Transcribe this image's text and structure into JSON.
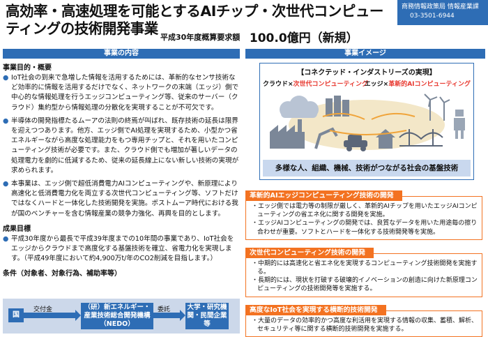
{
  "header": {
    "title": "高効率・高速処理を可能とするAIチップ・次世代コンピューティングの技術開発事業",
    "budget_label": "平成30年度概算要求額",
    "budget_amount": "100.0億円（新規）",
    "department_line1": "商務情報政策局 情報産業課",
    "department_phone": "03-3501-6944"
  },
  "left": {
    "heading": "事業の内容",
    "purpose_heading": "事業目的・概要",
    "purpose_bullets": [
      "IoT社会の到来で急増した情報を活用するためには、革新的なセンサ技術など効率的に情報を活用するだけでなく、ネットワークの末端（エッジ）側で中心的な情報処理を行うエッジコンピューティング等、従来のサーバー（クラウド）集約型から情報処理の分散化を実現することが不可欠です。",
      "半導体の開発指標たるムーアの法則の終焉が叫ばれ、既存技術の延長は限界を迎えつつあります。他方、エッジ側でAI処理を実現するため、小型かつ省エネルギーながら高度な処理能力をもつ専用チップと、それを用いたコンピューティング技術が必要です。また、クラウド側でも増加が著しいデータの処理電力を劇的に低減するため、従来の延長線上にない新しい技術の実現が求められます。",
      "本事業は、エッジ側で超低消費電力AIコンピューティングや、新原理により高速化と低消費電力化を両立する次世代コンピューティング等、ソフトだけではなくハードと一体化した技術開発を実施。ポストムーア時代における我が国のベンチャーを含む情報産業の競争力強化、再興を目的とします。"
    ],
    "goal_heading": "成果目標",
    "goal_bullets": [
      "平成30年度から最長で平成39年度までの10年間の事業であり、IoT社会をエッジからクラウドまで高度化する基盤技術を確立、省電力化を実現します。（平成49年度において約4,900万t/年のCO2削減を目指します。）"
    ],
    "conditions_heading": "条件（対象者、対象行為、補助率等）",
    "flow": {
      "country": "国",
      "grant_label": "交付金",
      "nedo": "（研）新エネルギー・産業技術総合開発機構（NEDO）",
      "commission_label": "委託",
      "recipients": "大学・研究機関・民間企業等"
    }
  },
  "right": {
    "heading": "事業イメージ",
    "illustration": {
      "title": "【コネクテッド・インダストリーズの実現】",
      "left_prefix": "クラウド×",
      "left_highlight": "次世代コンピューティング",
      "right_prefix": "エッジ×",
      "right_highlight": "革新的AIコンピューティング",
      "caption": "多様な人、組織、機械、技術がつながる社会の基盤技術"
    },
    "sections": [
      {
        "title": "革新的AIエッジコンピューティング技術の開発",
        "items": [
          "エッジ側では電力等の制限が厳しく、革新的AIチップを用いたエッジAIコンピューティングの省エネ化に関する開発を実施。",
          "エッジAIコンピューティングの開発では、良質なデータを用いた用途毎の擦り合わせが重要。ソフトとハードを一体化する技術開発等を実施。"
        ]
      },
      {
        "title": "次世代コンピューティング技術の開発",
        "items": [
          "中期的には高速化と省エネ化を実現するコンピューティング技術開発を実施する。",
          "長期的には、現状を打破する破壊的イノベーションの創造に向けた新原理コンピューティングの技術開発等を実施する。"
        ]
      },
      {
        "title": "高度なIoT社会を実現する横断的技術開発",
        "items": [
          "大量のデータの効率的かつ高度な利活用を実現する情報の収集、蓄積、解析、セキュリティ等に関する横断的技術開発を実施する。"
        ]
      }
    ]
  },
  "colors": {
    "blue": "#2e6db5",
    "orange": "#f37221",
    "red": "#e8382f",
    "light_blue": "#c9d8ee"
  }
}
